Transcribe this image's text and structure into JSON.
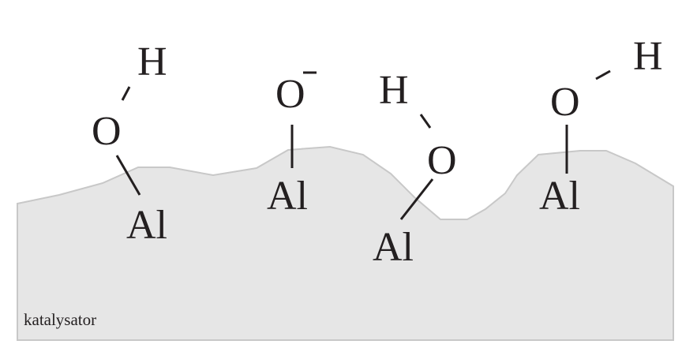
{
  "surface": {
    "label": "katalysator",
    "fill_color": "#e6e6e6",
    "edge_color": "#c8c8c8"
  },
  "groups": [
    {
      "metal": "Al",
      "oxygen": "O",
      "hydrogen": "H",
      "charge": ""
    },
    {
      "metal": "Al",
      "oxygen": "O",
      "hydrogen": "",
      "charge": "-"
    },
    {
      "metal": "Al",
      "oxygen": "O",
      "hydrogen": "H",
      "charge": ""
    },
    {
      "metal": "Al",
      "oxygen": "O",
      "hydrogen": "H",
      "charge": ""
    }
  ],
  "ink_color": "#231f20"
}
